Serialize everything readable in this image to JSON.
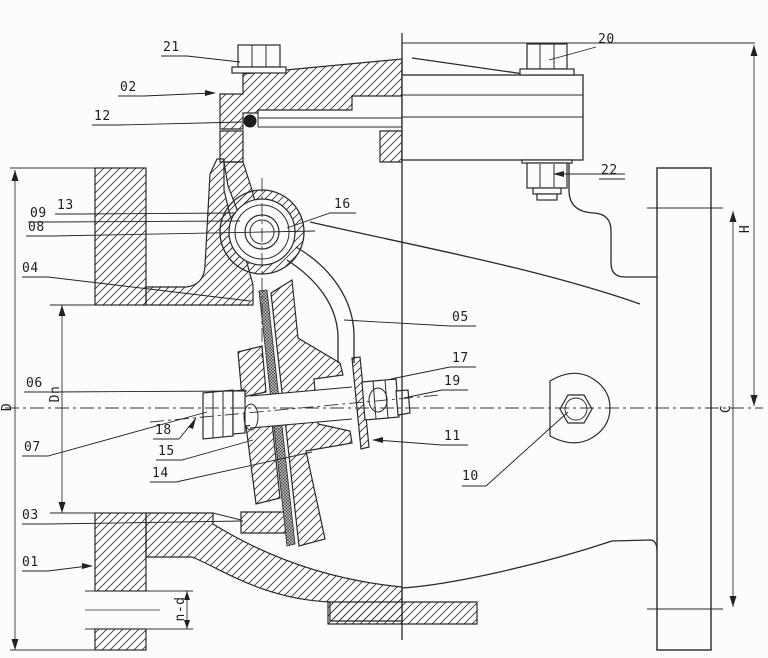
{
  "drawing": {
    "kind": "valve-sectional-drawing",
    "line_color": "#2a2a2a",
    "background": "#fcfcfc"
  },
  "labels": {
    "p01": "01",
    "p02": "02",
    "p03": "03",
    "p04": "04",
    "p05": "05",
    "p06": "06",
    "p07": "07",
    "p08": "08",
    "p09": "09",
    "p10": "10",
    "p11": "11",
    "p12": "12",
    "p13": "13",
    "p14": "14",
    "p15": "15",
    "p16": "16",
    "p17": "17",
    "p18": "18",
    "p19": "19",
    "p20": "20",
    "p21": "21",
    "p22": "22"
  },
  "dimensions": {
    "d": "D",
    "dn": "Dn",
    "nd": "n-d",
    "h": "H",
    "c": "C"
  }
}
